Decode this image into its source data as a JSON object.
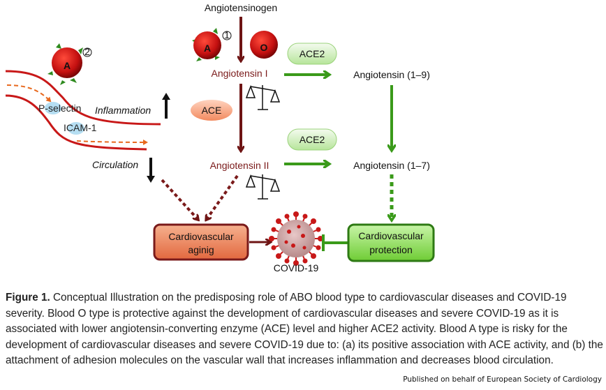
{
  "diagram": {
    "angiotensinogen": "Angiotensinogen",
    "angiotensin_1": "Angiotensin I",
    "angiotensin_2": "Angiotensin II",
    "angiotensin_1_9": "Angiotensin (1–9)",
    "angiotensin_1_7": "Angiotensin (1–7)",
    "ace": "ACE",
    "ace2_top": "ACE2",
    "ace2_bottom": "ACE2",
    "blood_a_top": "A",
    "blood_o": "O",
    "blood_a_left": "A",
    "marker_1": "1",
    "marker_2": "2",
    "p_selectin": "P-selectin",
    "icam": "ICAM-1",
    "inflammation": "Inflammation",
    "circulation": "Circulation",
    "cv_aging_line1": "Cardiovascular",
    "cv_aging_line2": "aginig",
    "cv_protection_line1": "Cardiovascular",
    "cv_protection_line2": "protection",
    "covid": "COVID-19",
    "colors": {
      "dark_red": "#7a1a1a",
      "green": "#3a9a1a",
      "blood_red": "#d01818",
      "aging_box": "#e9774f",
      "protection_box": "#8fdc5a"
    }
  },
  "caption": {
    "label": "Figure 1.",
    "text": " Conceptual Illustration on the predisposing role of ABO blood type to cardiovascular diseases and COVID-19 severity. Blood O type is protective against the development of cardiovascular diseases and severe COVID-19 as it is associated with lower angiotensin-converting enzyme (ACE) level and higher ACE2 activity. Blood A type is risky for the development of cardiovascular diseases and severe COVID-19 due to: (a) its positive association with ACE activity, and (b) the attachment of adhesion molecules on the vascular wall that increases inflammation and decreases blood circulation."
  },
  "publisher": "Published on behalf of European Society of Cardiology"
}
